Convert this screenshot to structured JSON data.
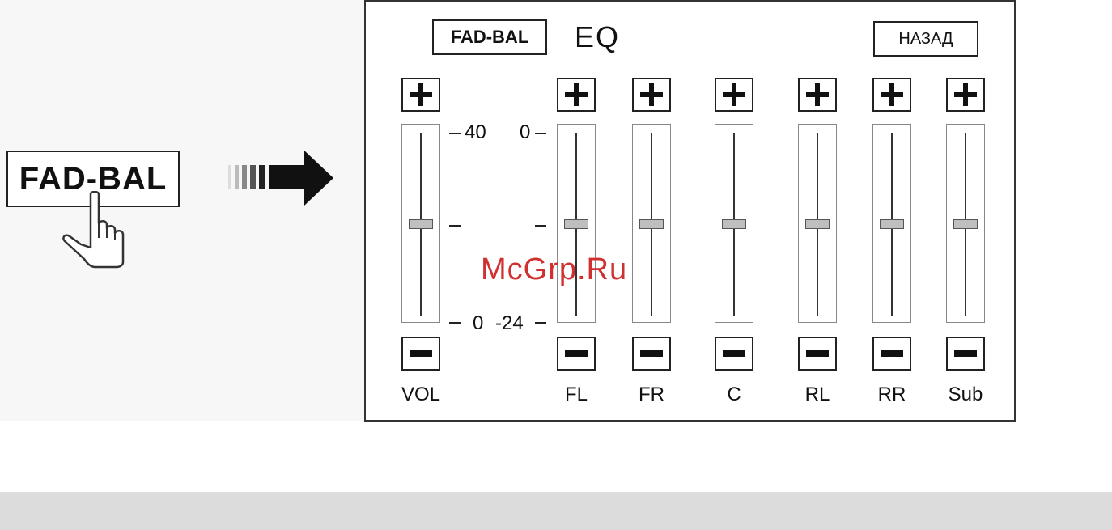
{
  "left": {
    "fad_bal_label": "FAD-BAL"
  },
  "panel": {
    "fad_bal_label": "FAD-BAL",
    "title": "EQ",
    "back_label": "НАЗАД"
  },
  "scale": {
    "vol_top": "40",
    "vol_bottom": "0",
    "eq_top": "0",
    "eq_bottom": "-24"
  },
  "channels": [
    {
      "label": "VOL",
      "level": 0.5
    },
    {
      "label": "FL",
      "level": 0.5
    },
    {
      "label": "FR",
      "level": 0.5
    },
    {
      "label": "C",
      "level": 0.5
    },
    {
      "label": "RL",
      "level": 0.5
    },
    {
      "label": "RR",
      "level": 0.5
    },
    {
      "label": "Sub",
      "level": 0.5
    }
  ],
  "icons": {
    "plus": "plus-icon",
    "minus": "minus-icon",
    "hand": "pointing-hand-icon",
    "arrow": "arrow-right-icon"
  },
  "watermark": "McGrp.Ru"
}
